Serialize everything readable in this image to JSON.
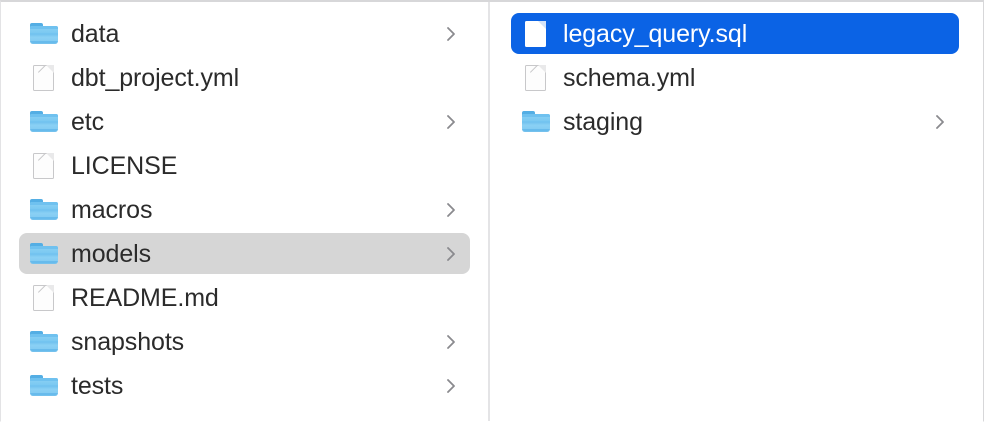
{
  "window": {
    "view_mode": "column-view",
    "background_color": "#ffffff",
    "divider_color": "#e4e4e6",
    "selection_active_color": "#0b63e5",
    "selection_inactive_color": "#d6d6d6",
    "label_color": "#2b2b2b",
    "selected_label_color": "#ffffff",
    "chevron_color": "#8a8a8e"
  },
  "columns": [
    {
      "id": "column-browse",
      "name": "project-root-column",
      "items": [
        {
          "label": "data",
          "kind": "folder",
          "icon": "folder-icon",
          "has_chevron": true,
          "selected": false,
          "selection_state": "none"
        },
        {
          "label": "dbt_project.yml",
          "kind": "file",
          "icon": "document-icon",
          "has_chevron": false,
          "selected": false,
          "selection_state": "none"
        },
        {
          "label": "etc",
          "kind": "folder",
          "icon": "folder-icon",
          "has_chevron": true,
          "selected": false,
          "selection_state": "none"
        },
        {
          "label": "LICENSE",
          "kind": "file",
          "icon": "document-icon",
          "has_chevron": false,
          "selected": false,
          "selection_state": "none"
        },
        {
          "label": "macros",
          "kind": "folder",
          "icon": "folder-icon",
          "has_chevron": true,
          "selected": false,
          "selection_state": "none"
        },
        {
          "label": "models",
          "kind": "folder",
          "icon": "folder-icon",
          "has_chevron": true,
          "selected": true,
          "selection_state": "inactive"
        },
        {
          "label": "README.md",
          "kind": "file",
          "icon": "document-icon",
          "has_chevron": false,
          "selected": false,
          "selection_state": "none"
        },
        {
          "label": "snapshots",
          "kind": "folder",
          "icon": "folder-icon",
          "has_chevron": true,
          "selected": false,
          "selection_state": "none"
        },
        {
          "label": "tests",
          "kind": "folder",
          "icon": "folder-icon",
          "has_chevron": true,
          "selected": false,
          "selection_state": "none"
        }
      ]
    },
    {
      "id": "column-detail",
      "name": "models-folder-column",
      "items": [
        {
          "label": "legacy_query.sql",
          "kind": "file",
          "icon": "document-icon",
          "has_chevron": false,
          "selected": true,
          "selection_state": "active"
        },
        {
          "label": "schema.yml",
          "kind": "file",
          "icon": "document-icon",
          "has_chevron": false,
          "selected": false,
          "selection_state": "none"
        },
        {
          "label": "staging",
          "kind": "folder",
          "icon": "folder-icon",
          "has_chevron": true,
          "selected": false,
          "selection_state": "none"
        }
      ]
    }
  ]
}
